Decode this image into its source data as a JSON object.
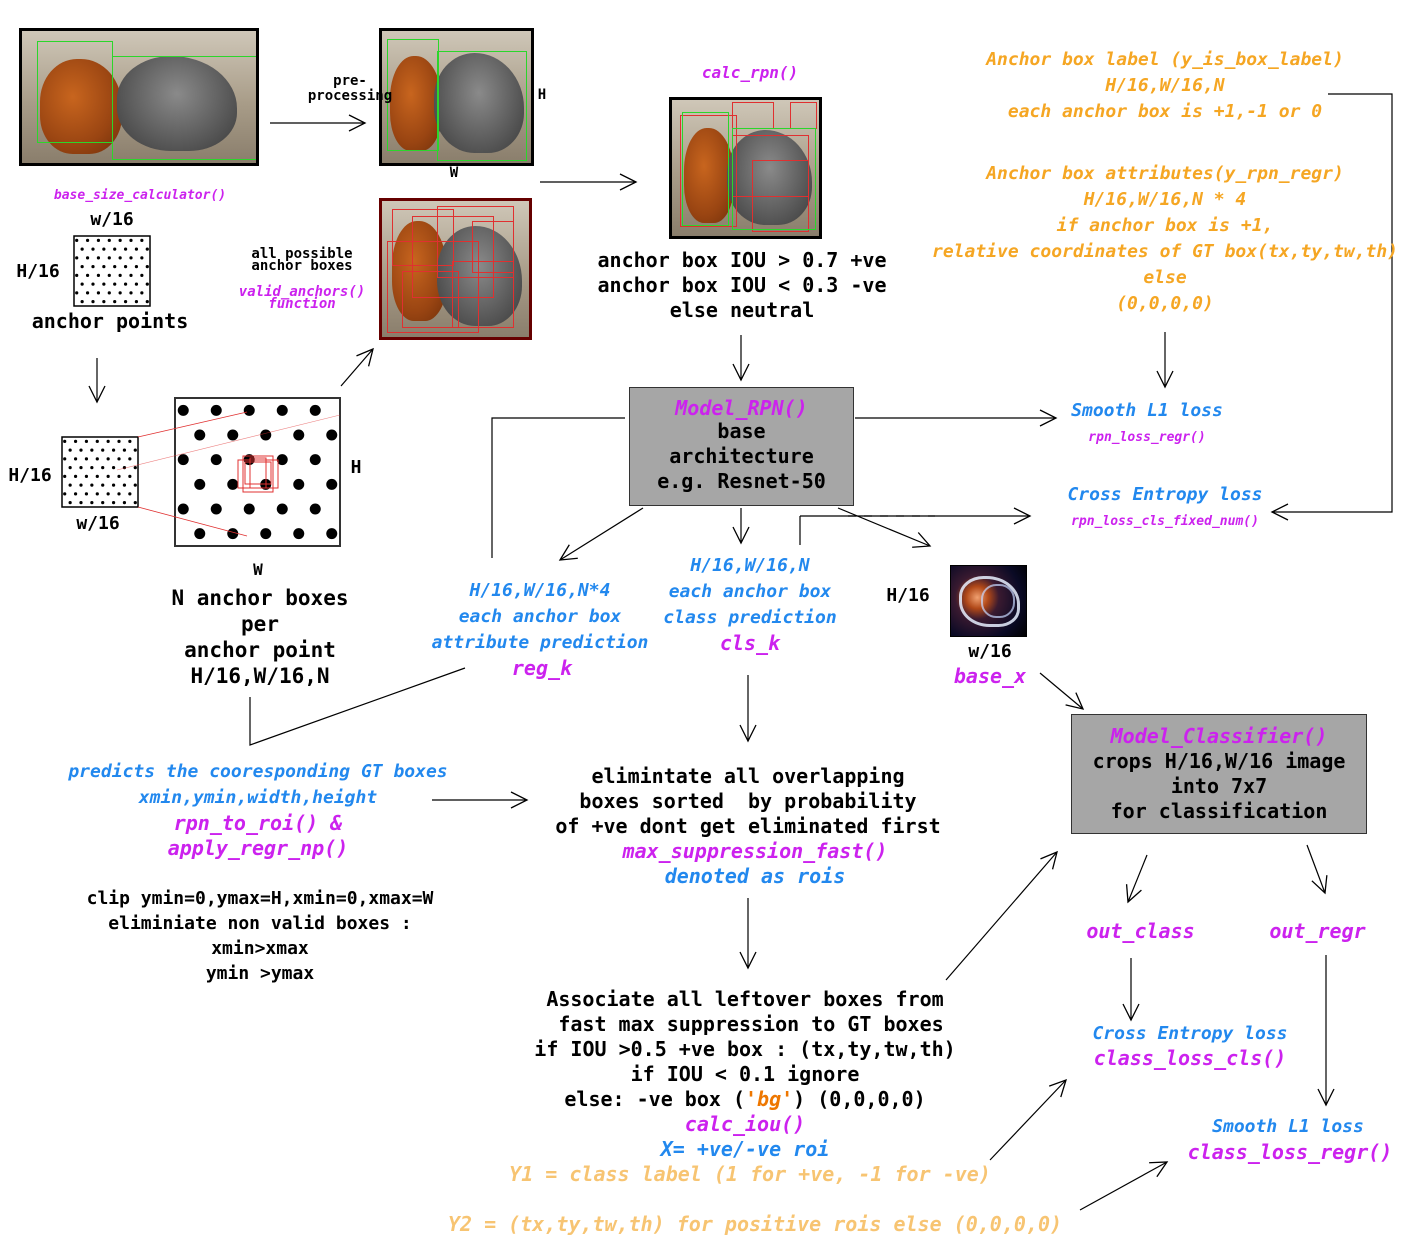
{
  "top": {
    "base_size_fn": "base_size_calculator()",
    "w16_a": "w/16",
    "h16_a": "H/16",
    "anchor_points": "anchor points",
    "preprocessing": "pre-\nprocessing",
    "H_a": "H",
    "W_a": "W",
    "all_possible": "all possible\nanchor boxes",
    "valid_anchors": "valid_anchors()\nfunction",
    "calc_rpn": "calc_rpn()",
    "iou_rules": "anchor box IOU > 0.7 +ve\nanchor box IOU < 0.3 -ve\nelse neutral"
  },
  "left": {
    "h16_b": "H/16",
    "w16_b": "w/16",
    "H_b": "H",
    "W_b": "W",
    "n_anchor": "N anchor boxes\nper\nanchor point\nH/16,W/16,N",
    "predicts": "predicts the cooresponding GT boxes\nxmin,ymin,width,height",
    "rpn_to_roi": "rpn_to_roi() &\napply_regr_np()",
    "clip": "clip ymin=0,ymax=H,xmin=0,xmax=W\neliminiate non valid boxes :\nxmin>xmax\nymin >ymax"
  },
  "rpn": {
    "model_name": "Model_RPN()",
    "desc": "base\narchitecture\ne.g. Resnet-50"
  },
  "outputs": {
    "reg_desc": "H/16,W/16,N*4\neach anchor box\nattribute prediction",
    "reg_name": "reg_k",
    "cls_desc": "H/16,W/16,N\neach anchor box\nclass prediction",
    "cls_name": "cls_k",
    "base_h": "H/16",
    "base_w": "w/16",
    "base_name": "base_x"
  },
  "labels": {
    "label_block": "Anchor box label (y_is_box_label)\nH/16,W/16,N\neach anchor box is +1,-1 or 0",
    "attr_block": "Anchor box attributes(y_rpn_regr)\nH/16,W/16,N * 4\nif anchor box is +1,\nrelative coordinates of GT box(tx,ty,tw,th)\nelse\n(0,0,0,0)"
  },
  "losses": {
    "smooth_l1": "Smooth L1 loss",
    "rpn_loss_regr": "rpn_loss_regr()",
    "cross_entropy": "Cross Entropy loss",
    "rpn_loss_cls": "rpn_loss_cls_fixed_num()"
  },
  "nms": {
    "desc": "elimintate all overlapping\nboxes sorted  by probability\nof +ve dont get eliminated first",
    "fn": "max_suppression_fast()",
    "denoted": "denoted as rois"
  },
  "assoc": {
    "line1": "Associate all leftover boxes from",
    "line2": " fast max suppression to GT boxes",
    "line3": "if IOU >0.5 +ve box : (tx,ty,tw,th)",
    "line4": "if IOU < 0.1 ignore",
    "line5_pre": "else: -ve box (",
    "line5_bg": "'bg'",
    "line5_post": ") (0,0,0,0)",
    "calc_iou": "calc_iou()",
    "x_roi": "X= +ve/-ve roi",
    "y1": "Y1 = class label (1 for +ve, -1 for -ve)",
    "y2": "Y2 = (tx,ty,tw,th) for positive rois else (0,0,0,0)"
  },
  "classifier": {
    "model_name": "Model_Classifier()",
    "desc": "crops H/16,W/16 image\ninto 7x7\nfor classification",
    "out_class": "out_class",
    "out_regr": "out_regr",
    "ce_loss": "Cross Entropy loss",
    "class_loss_cls": "class_loss_cls()",
    "sl1_loss": "Smooth L1 loss",
    "class_loss_regr": "class_loss_regr()"
  }
}
